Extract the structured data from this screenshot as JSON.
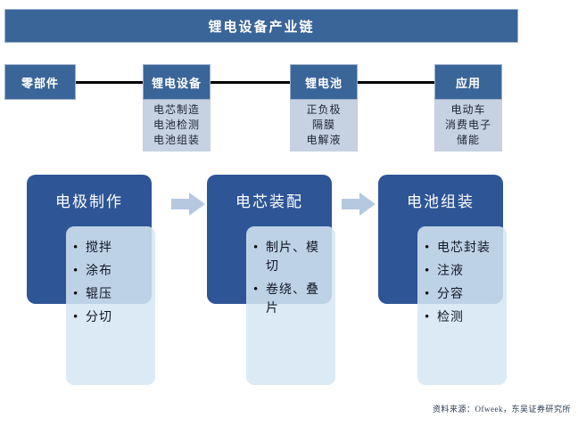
{
  "title": {
    "text": "锂电设备产业链"
  },
  "chain": {
    "nodes": [
      {
        "label": "零部件",
        "items": []
      },
      {
        "label": "锂电设备",
        "items": [
          "电芯制造",
          "电池检测",
          "电池组装"
        ]
      },
      {
        "label": "锂电池",
        "items": [
          "正负极",
          "隔膜",
          "电解液"
        ]
      },
      {
        "label": "应用",
        "items": [
          "电动车",
          "消费电子",
          "储能"
        ]
      }
    ]
  },
  "process": {
    "stages": [
      {
        "title": "电极制作",
        "steps": [
          "搅拌",
          "涂布",
          "辊压",
          "分切"
        ]
      },
      {
        "title": "电芯装配",
        "steps": [
          "制片、模切",
          "卷绕、叠片"
        ]
      },
      {
        "title": "电池组装",
        "steps": [
          "电芯封装",
          "注液",
          "分容",
          "检测"
        ]
      }
    ],
    "arrow_label": "流程箭头"
  },
  "source": {
    "text": "资料来源：Ofweek，东吴证券研究所"
  },
  "colors": {
    "title_bar": "#3a6598",
    "chain_head": "#3a6598",
    "chain_sub": "#c6d1e2",
    "stage_header": "#2e5596",
    "stage_panel": "#d6e6f3",
    "arrow": "#b6c8e0",
    "connector": "#000000"
  }
}
